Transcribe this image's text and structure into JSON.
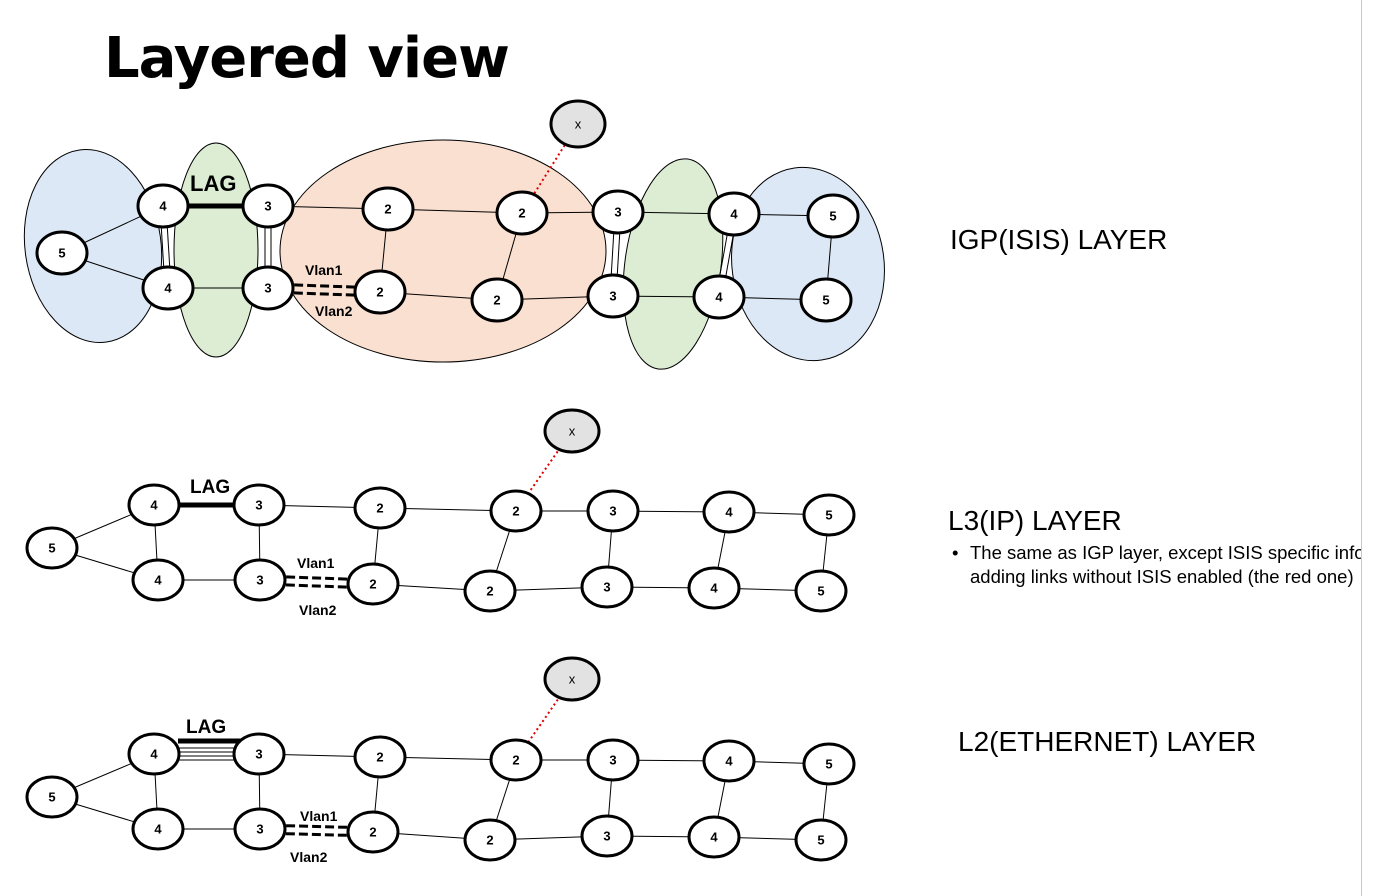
{
  "title": "Layered view",
  "layers": [
    {
      "label": "IGP(ISIS) LAYER",
      "lag_label": "LAG",
      "vlan1_label": "Vlan1",
      "vlan2_label": "Vlan2",
      "nodes": [
        {
          "id": "a5",
          "label": "5"
        },
        {
          "id": "b4",
          "label": "4"
        },
        {
          "id": "c4",
          "label": "4"
        },
        {
          "id": "b3",
          "label": "3"
        },
        {
          "id": "c3",
          "label": "3"
        },
        {
          "id": "d2",
          "label": "2"
        },
        {
          "id": "e2",
          "label": "2"
        },
        {
          "id": "f2",
          "label": "2"
        },
        {
          "id": "g2",
          "label": "2"
        },
        {
          "id": "h3",
          "label": "3"
        },
        {
          "id": "i3",
          "label": "3"
        },
        {
          "id": "j4",
          "label": "4"
        },
        {
          "id": "k4",
          "label": "4"
        },
        {
          "id": "l5",
          "label": "5"
        },
        {
          "id": "m5",
          "label": "5"
        },
        {
          "id": "x",
          "label": "x"
        }
      ]
    },
    {
      "label": "L3(IP) LAYER",
      "description": "The same as IGP layer, except ISIS specific info, but adding links without ISIS enabled (the red one)",
      "lag_label": "LAG",
      "vlan1_label": "Vlan1",
      "vlan2_label": "Vlan2",
      "nodes": [
        {
          "id": "a5",
          "label": "5"
        },
        {
          "id": "b4",
          "label": "4"
        },
        {
          "id": "c4",
          "label": "4"
        },
        {
          "id": "b3",
          "label": "3"
        },
        {
          "id": "c3",
          "label": "3"
        },
        {
          "id": "d2",
          "label": "2"
        },
        {
          "id": "e2",
          "label": "2"
        },
        {
          "id": "f2",
          "label": "2"
        },
        {
          "id": "g2",
          "label": "2"
        },
        {
          "id": "h3",
          "label": "3"
        },
        {
          "id": "i3",
          "label": "3"
        },
        {
          "id": "j4",
          "label": "4"
        },
        {
          "id": "k4",
          "label": "4"
        },
        {
          "id": "l5",
          "label": "5"
        },
        {
          "id": "m5",
          "label": "5"
        },
        {
          "id": "x",
          "label": "x"
        }
      ]
    },
    {
      "label": "L2(ETHERNET) LAYER",
      "lag_label": "LAG",
      "vlan1_label": "Vlan1",
      "vlan2_label": "Vlan2",
      "nodes": [
        {
          "id": "a5",
          "label": "5"
        },
        {
          "id": "b4",
          "label": "4"
        },
        {
          "id": "c4",
          "label": "4"
        },
        {
          "id": "b3",
          "label": "3"
        },
        {
          "id": "c3",
          "label": "3"
        },
        {
          "id": "d2",
          "label": "2"
        },
        {
          "id": "e2",
          "label": "2"
        },
        {
          "id": "f2",
          "label": "2"
        },
        {
          "id": "g2",
          "label": "2"
        },
        {
          "id": "h3",
          "label": "3"
        },
        {
          "id": "i3",
          "label": "3"
        },
        {
          "id": "j4",
          "label": "4"
        },
        {
          "id": "k4",
          "label": "4"
        },
        {
          "id": "l5",
          "label": "5"
        },
        {
          "id": "m5",
          "label": "5"
        },
        {
          "id": "x",
          "label": "x"
        }
      ]
    }
  ],
  "colors": {
    "domain_blue": "#dce8f5",
    "domain_green": "#dcedd4",
    "domain_orange": "#fae0d0",
    "node_fill": "#ffffff",
    "x_node_fill": "#e2e2e2",
    "non_isis_link": "#e00000",
    "stroke": "#000000"
  }
}
